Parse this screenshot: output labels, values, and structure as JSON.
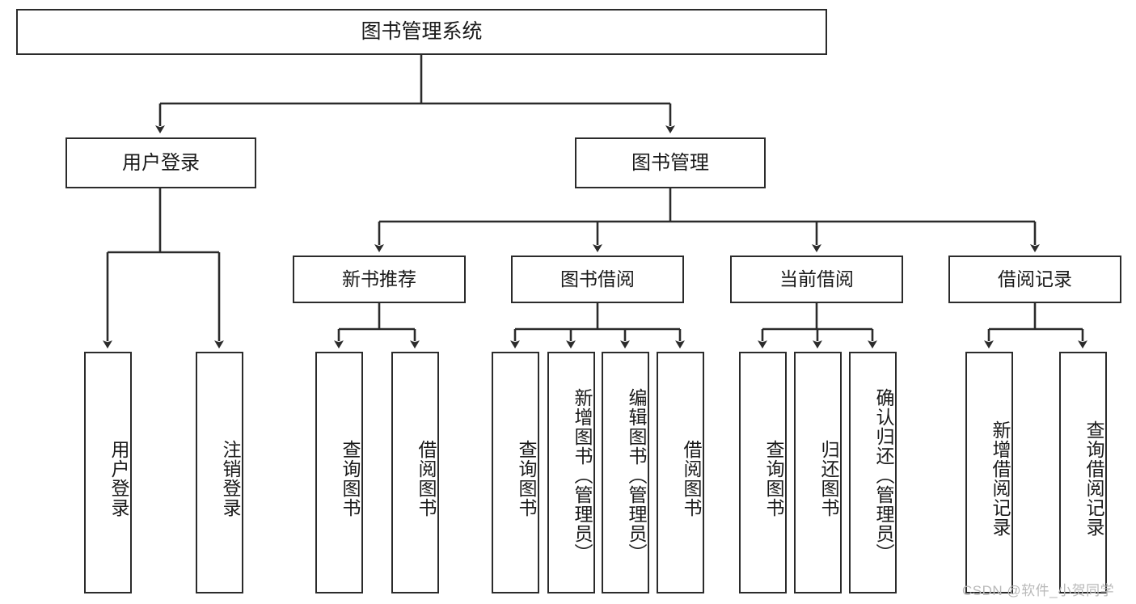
{
  "diagram": {
    "type": "tree",
    "title": "图书管理系统",
    "levels": {
      "root": {
        "label": "图书管理系统"
      },
      "level2": [
        {
          "label": "用户登录"
        },
        {
          "label": "图书管理"
        }
      ],
      "level3": [
        {
          "label": "新书推荐"
        },
        {
          "label": "图书借阅"
        },
        {
          "label": "当前借阅"
        },
        {
          "label": "借阅记录"
        }
      ],
      "leaves": [
        {
          "label": "用户登录",
          "parent": "用户登录"
        },
        {
          "label": "注销登录",
          "parent": "用户登录"
        },
        {
          "label": "查询图书",
          "parent": "新书推荐"
        },
        {
          "label": "借阅图书",
          "parent": "新书推荐"
        },
        {
          "label": "查询图书",
          "parent": "图书借阅"
        },
        {
          "label": "新增图书（管理员）",
          "parent": "图书借阅"
        },
        {
          "label": "编辑图书（管理员）",
          "parent": "图书借阅"
        },
        {
          "label": "借阅图书",
          "parent": "图书借阅"
        },
        {
          "label": "查询图书",
          "parent": "当前借阅"
        },
        {
          "label": "归还图书",
          "parent": "当前借阅"
        },
        {
          "label": "确认归还（管理员）",
          "parent": "当前借阅"
        },
        {
          "label": "新增借阅记录",
          "parent": "借阅记录"
        },
        {
          "label": "查询借阅记录",
          "parent": "借阅记录"
        }
      ]
    },
    "colors": {
      "stroke": "#2b2b2b",
      "fill": "#ffffff",
      "text": "#1a1a1a",
      "watermark": "#b9b9b9"
    }
  },
  "watermark": {
    "text": "CSDN @软件_小贺同学"
  }
}
